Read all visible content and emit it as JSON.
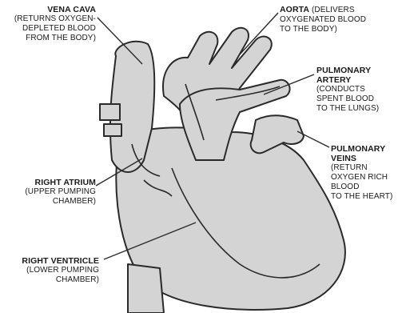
{
  "labels": {
    "vena_cava": {
      "name": "VENA CAVA",
      "lines": [
        "(RETURNS OXYGEN-",
        "DEPLETED BLOOD",
        "FROM THE BODY)"
      ]
    },
    "aorta": {
      "name": "AORTA",
      "suffix": " (DELIVERS",
      "lines": [
        "OXYGENATED BLOOD",
        "TO THE BODY)"
      ]
    },
    "pulmonary_artery": {
      "name_lines": [
        "PULMONARY",
        "ARTERY"
      ],
      "lines": [
        "(CONDUCTS",
        "SPENT BLOOD",
        "TO THE LUNGS)"
      ]
    },
    "pulmonary_veins": {
      "name_lines": [
        "PULMONARY",
        "VEINS"
      ],
      "lines": [
        "(RETURN",
        "OXYGEN RICH",
        "BLOOD",
        "TO THE HEART)"
      ]
    },
    "right_atrium": {
      "name": "RIGHT ATRIUM",
      "lines": [
        "(UPPER PUMPING",
        "CHAMBER)"
      ]
    },
    "right_ventricle": {
      "name": "RIGHT VENTRICLE",
      "lines": [
        "(LOWER PUMPING",
        "CHAMBER)"
      ]
    }
  },
  "colors": {
    "heart_fill": "#d4d4d4",
    "outline": "#2a2a2a",
    "text": "#1a1a1a"
  }
}
